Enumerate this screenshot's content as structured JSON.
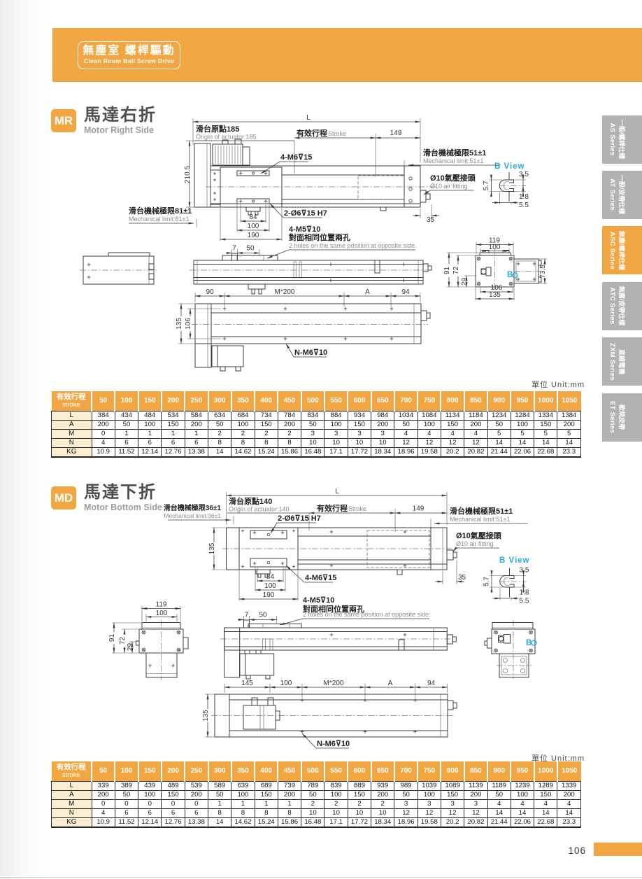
{
  "banner": {
    "zh": "無塵室 螺桿驅動",
    "en": "Clean Room Ball Screw Drive"
  },
  "sidebar": {
    "tabs": [
      {
        "zh": "一般/螺桿仕樣",
        "en": "AS Series",
        "active": false
      },
      {
        "zh": "一般/皮帶仕樣",
        "en": "AT Series",
        "active": false
      },
      {
        "zh": "無塵/螺桿仕樣",
        "en": "ASC Series",
        "active": true
      },
      {
        "zh": "無塵/皮帶仕樣",
        "en": "ATC Series",
        "active": false
      },
      {
        "zh": "直線電機",
        "en": "ZXM Series",
        "active": false
      },
      {
        "zh": "歐規皮帶",
        "en": "ET Series",
        "active": false
      }
    ]
  },
  "unit_label": "單位 Unit:mm",
  "table_header": {
    "zh": "有效行程",
    "en": "stroke"
  },
  "strokes": [
    "50",
    "100",
    "150",
    "200",
    "250",
    "300",
    "350",
    "400",
    "450",
    "500",
    "550",
    "600",
    "650",
    "700",
    "750",
    "800",
    "850",
    "900",
    "950",
    "1000",
    "1050"
  ],
  "footer": {
    "page": "106"
  },
  "sections": [
    {
      "id": "mr",
      "badge": "MR",
      "title_zh": "馬達右折",
      "title_en": "Motor Right Side",
      "labels": {
        "L": "L",
        "origin_zh": "滑台原點185",
        "origin_en": "Origin of actuator:185",
        "stroke_zh": "有效行程",
        "stroke_en": "Stroke",
        "d149": "149",
        "mech_right_zh": "滑台機械極限51±1",
        "mech_right_en": "Mechanical limit:51±1",
        "mech_left_zh": "滑台機械極限81±1",
        "mech_left_en": "Mechanical limit:81±1",
        "m6": "4-M6⊽15",
        "o6": "2-Ø6⊽15 H7",
        "m5": "4-M5⊽10",
        "m5_zh": "對面相同位置兩孔",
        "m5_en": "2 holes on the same position at opposite side.",
        "air_zh": "Ø10氣壓接頭",
        "air_en": "Ø10 air fitting",
        "d2105": "210.5",
        "d84": "84",
        "d100": "100",
        "d190": "190",
        "d35": "35",
        "bview": "B View",
        "b": "B",
        "d35b": "3.5",
        "d57": "5.7",
        "d18": "1.8",
        "d55": "5.5",
        "d7": "7",
        "d50": "50",
        "d119": "119",
        "d100b": "100",
        "d91": "91",
        "d72": "72",
        "d29": "29",
        "d106": "106",
        "d135": "135",
        "d735": "73.5",
        "d90": "90",
        "m200": "M*200",
        "A": "A",
        "d94": "94",
        "d135b": "135",
        "d106b": "106",
        "nm6": "N-M6⊽10"
      },
      "rows": [
        {
          "label": "L",
          "values": [
            "384",
            "434",
            "484",
            "534",
            "584",
            "634",
            "684",
            "734",
            "784",
            "834",
            "884",
            "934",
            "984",
            "1034",
            "1084",
            "1134",
            "1184",
            "1234",
            "1284",
            "1334",
            "1384"
          ]
        },
        {
          "label": "A",
          "values": [
            "200",
            "50",
            "100",
            "150",
            "200",
            "50",
            "100",
            "150",
            "200",
            "50",
            "100",
            "150",
            "200",
            "50",
            "100",
            "150",
            "200",
            "50",
            "100",
            "150",
            "200"
          ]
        },
        {
          "label": "M",
          "values": [
            "0",
            "1",
            "1",
            "1",
            "1",
            "2",
            "2",
            "2",
            "2",
            "3",
            "3",
            "3",
            "3",
            "4",
            "4",
            "4",
            "4",
            "5",
            "5",
            "5",
            "5"
          ]
        },
        {
          "label": "N",
          "values": [
            "4",
            "6",
            "6",
            "6",
            "6",
            "8",
            "8",
            "8",
            "8",
            "10",
            "10",
            "10",
            "10",
            "12",
            "12",
            "12",
            "12",
            "14",
            "14",
            "14",
            "14"
          ]
        },
        {
          "label": "KG",
          "values": [
            "10.9",
            "11.52",
            "12.14",
            "12.76",
            "13.38",
            "14",
            "14.62",
            "15.24",
            "15.86",
            "16.48",
            "17.1",
            "17.72",
            "18.34",
            "18.96",
            "19.58",
            "20.2",
            "20.82",
            "21.44",
            "22.06",
            "22.68",
            "23.3"
          ]
        }
      ]
    },
    {
      "id": "md",
      "badge": "MD",
      "title_zh": "馬達下折",
      "title_en": "Motor Bottom Side",
      "labels": {
        "L": "L",
        "origin_zh": "滑台原點140",
        "origin_en": "Origin of actuator:140",
        "stroke_zh": "有效行程",
        "stroke_en": "Stroke",
        "d149": "149",
        "mech_right_zh": "滑台機械極限51±1",
        "mech_right_en": "Mechanical limit:51±1",
        "mech_left_zh": "滑台機械極限36±1",
        "mech_left_en": "Mechanical limit:36±1",
        "m6": "4-M6⊽15",
        "o6": "2-Ø6⊽15 H7",
        "m5": "4-M5⊽10",
        "m5_zh": "對面相同位置兩孔",
        "m5_en": "2 holes on the same position at opposite side.",
        "air_zh": "Ø10氣壓接頭",
        "air_en": "Ø10 air fitting",
        "d84": "84",
        "d100": "100",
        "d190": "190",
        "d35": "35",
        "bview": "B View",
        "b": "B",
        "d35b": "3.5",
        "d57": "5.7",
        "d18": "1.8",
        "d55": "5.5",
        "d7": "7",
        "d50": "50",
        "d119": "119",
        "d100b": "100",
        "d91": "91",
        "d72": "72",
        "d29": "29",
        "d145": "145",
        "d100c": "100",
        "m200": "M*200",
        "A": "A",
        "d94": "94",
        "d135": "135",
        "d135b": "135",
        "nm6": "N-M6⊽10"
      },
      "rows": [
        {
          "label": "L",
          "values": [
            "339",
            "389",
            "439",
            "489",
            "539",
            "589",
            "639",
            "689",
            "739",
            "789",
            "839",
            "889",
            "939",
            "989",
            "1039",
            "1089",
            "1139",
            "1189",
            "1239",
            "1289",
            "1339"
          ]
        },
        {
          "label": "A",
          "values": [
            "200",
            "50",
            "100",
            "150",
            "200",
            "50",
            "100",
            "150",
            "200",
            "50",
            "100",
            "150",
            "200",
            "50",
            "100",
            "150",
            "200",
            "50",
            "100",
            "150",
            "200"
          ]
        },
        {
          "label": "M",
          "values": [
            "0",
            "0",
            "0",
            "0",
            "0",
            "1",
            "1",
            "1",
            "1",
            "2",
            "2",
            "2",
            "2",
            "3",
            "3",
            "3",
            "3",
            "4",
            "4",
            "4",
            "4"
          ]
        },
        {
          "label": "N",
          "values": [
            "4",
            "6",
            "6",
            "6",
            "6",
            "8",
            "8",
            "8",
            "8",
            "10",
            "10",
            "10",
            "10",
            "12",
            "12",
            "12",
            "12",
            "14",
            "14",
            "14",
            "14"
          ]
        },
        {
          "label": "KG",
          "values": [
            "10.9",
            "11.52",
            "12.14",
            "12.76",
            "13.38",
            "14",
            "14.62",
            "15.24",
            "15.86",
            "16.48",
            "17.1",
            "17.72",
            "18.34",
            "18.96",
            "19.58",
            "20.2",
            "20.82",
            "21.44",
            "22.06",
            "22.68",
            "23.3"
          ]
        }
      ]
    }
  ]
}
